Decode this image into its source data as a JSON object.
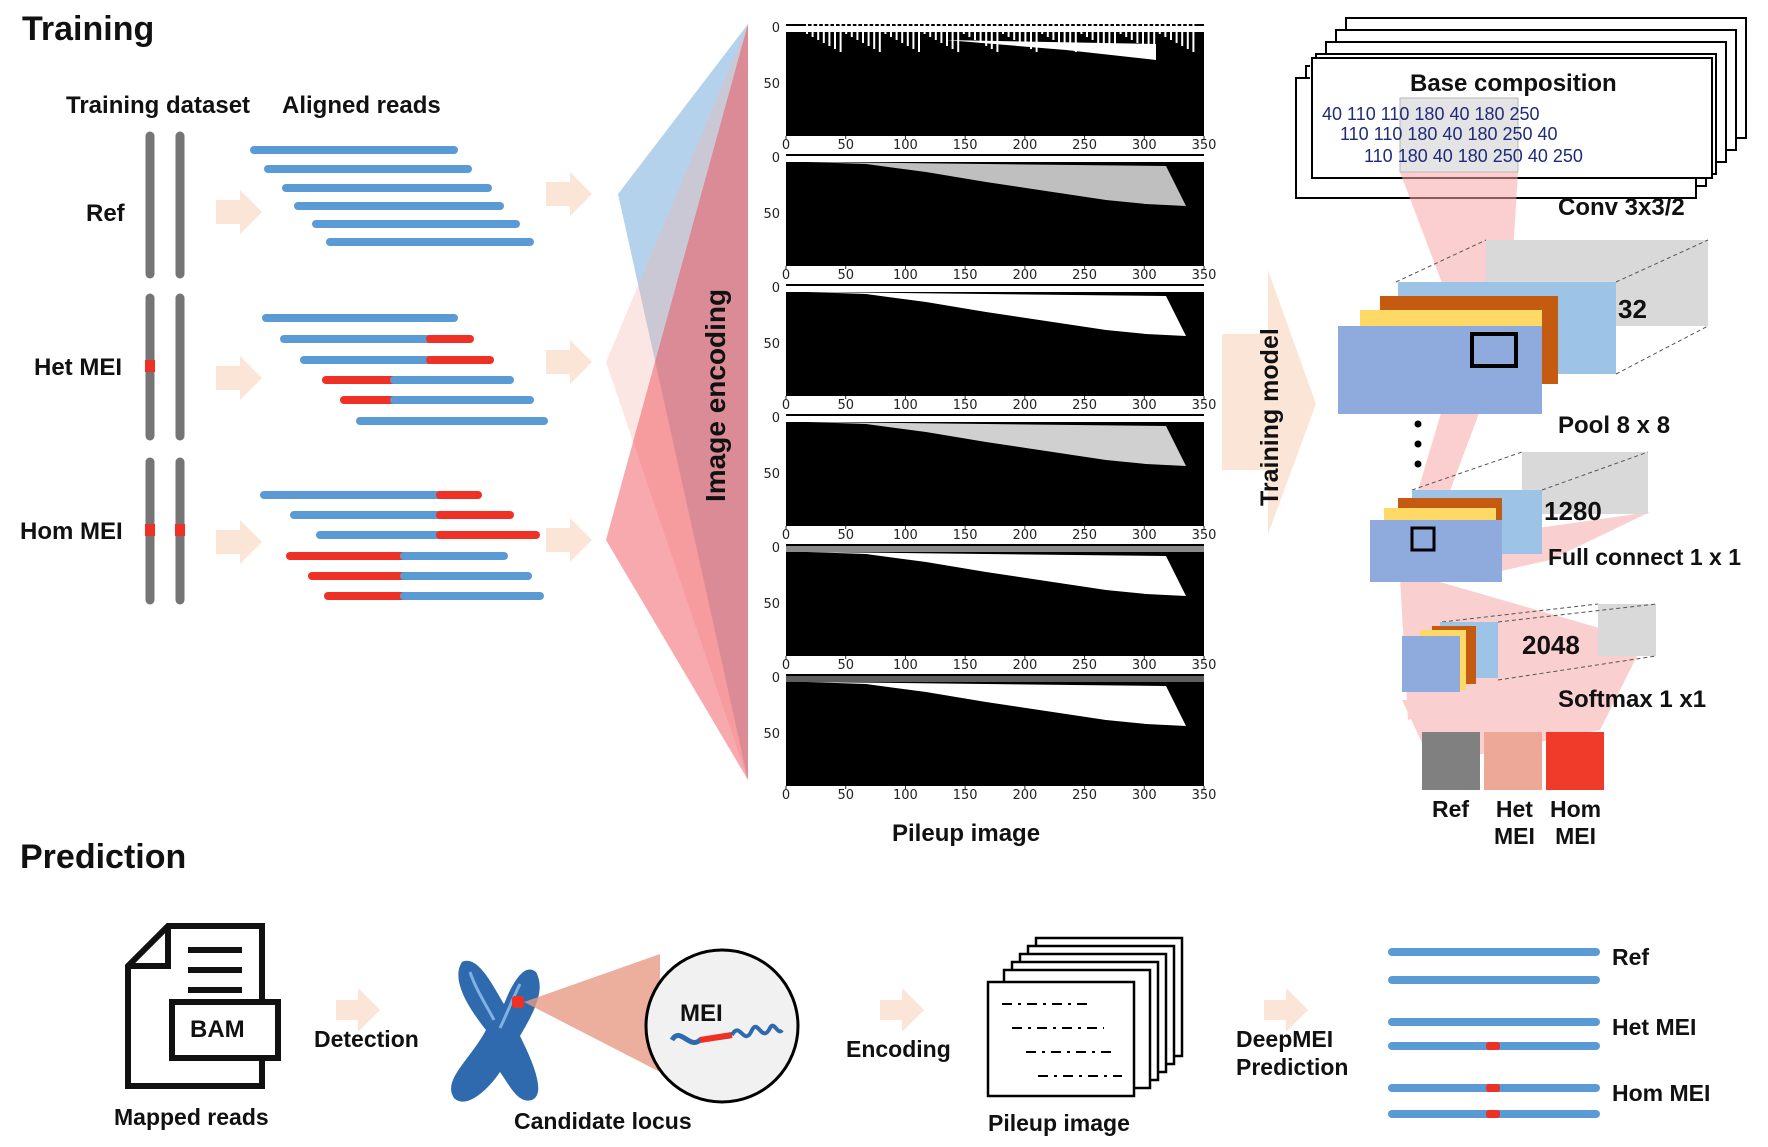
{
  "sections": {
    "training": "Training",
    "prediction": "Prediction"
  },
  "training": {
    "dataset_header": "Training dataset",
    "reads_header": "Aligned reads",
    "rows": [
      "Ref",
      "Het MEI",
      "Hom MEI"
    ],
    "image_encoding": "Image encoding",
    "training_model": "Training model",
    "pileup_label": "Pileup image",
    "pileup_axis": {
      "x_ticks": [
        "0",
        "50",
        "100",
        "150",
        "200",
        "250",
        "300",
        "350"
      ],
      "y_ticks": [
        "0",
        "50"
      ]
    },
    "cnn": {
      "base_composition": "Base composition",
      "bc_rows": [
        "40 110 110 180 40 180 250",
        "110 110 180 40 180 250 40",
        "110 180 40 180 250 40 250"
      ],
      "conv": "Conv 3x3/2",
      "n32": "32",
      "pool": "Pool 8 x 8",
      "n1280": "1280",
      "full": "Full connect 1 x 1",
      "n2048": "2048",
      "softmax": "Softmax 1 x1",
      "outputs": [
        {
          "label": "Ref",
          "color": "#808080"
        },
        {
          "label": "Het\nMEI",
          "color": "#eda898"
        },
        {
          "label": "Hom\nMEI",
          "color": "#f03a2a"
        }
      ]
    }
  },
  "prediction": {
    "bam": "BAM",
    "mapped_reads": "Mapped reads",
    "detection": "Detection",
    "mei": "MEI",
    "candidate_locus": "Candidate  locus",
    "encoding": "Encoding",
    "pileup_label": "Pileup image",
    "deepmei_line1": "DeepMEI",
    "deepmei_line2": "Prediction",
    "results": [
      "Ref",
      "Het MEI",
      "Hom MEI"
    ]
  },
  "colors": {
    "read_blue": "#5b9bd5",
    "mei_red": "#ee3124",
    "arrow": "#fbe5d6",
    "chrom": "#757575"
  }
}
